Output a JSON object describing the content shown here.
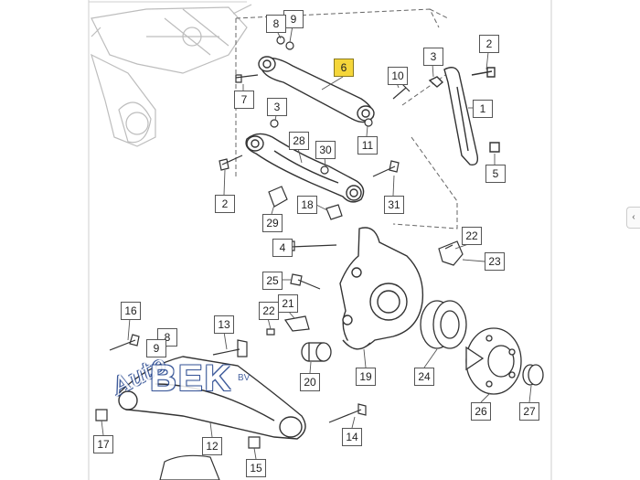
{
  "callouts": [
    {
      "label": "9"
    },
    {
      "label": "8"
    },
    {
      "label": "6",
      "highlight": true
    },
    {
      "label": "2"
    },
    {
      "label": "3"
    },
    {
      "label": "10"
    },
    {
      "label": "7"
    },
    {
      "label": "1"
    },
    {
      "label": "3"
    },
    {
      "label": "11"
    },
    {
      "label": "28"
    },
    {
      "label": "30"
    },
    {
      "label": "5"
    },
    {
      "label": "2"
    },
    {
      "label": "18"
    },
    {
      "label": "31"
    },
    {
      "label": "29"
    },
    {
      "label": "22"
    },
    {
      "label": "4"
    },
    {
      "label": "23"
    },
    {
      "label": "25"
    },
    {
      "label": "16"
    },
    {
      "label": "22"
    },
    {
      "label": "21"
    },
    {
      "label": "13"
    },
    {
      "label": "8"
    },
    {
      "label": "9"
    },
    {
      "label": "20"
    },
    {
      "label": "19"
    },
    {
      "label": "24"
    },
    {
      "label": "26"
    },
    {
      "label": "27"
    },
    {
      "label": "14"
    },
    {
      "label": "17"
    },
    {
      "label": "12"
    },
    {
      "label": "15"
    }
  ],
  "logo": {
    "script": "Auto",
    "word": "BEK",
    "suffix": "BV"
  },
  "side_toggle": {
    "glyph": "‹"
  },
  "colors": {
    "line": "#444444",
    "faded": "#b8b8b8",
    "highlight": "#f5d63a",
    "logo": "#1d3f8a"
  }
}
